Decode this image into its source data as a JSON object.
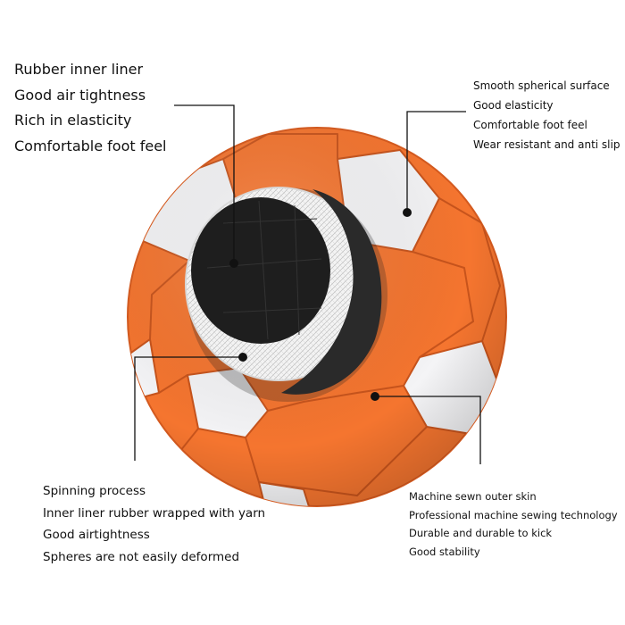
{
  "callouts": {
    "top_left": [
      "Rubber inner liner",
      "Good air tightness",
      "Rich in elasticity",
      "Comfortable foot feel"
    ],
    "top_right": [
      "Smooth spherical surface",
      "Good elasticity",
      "Comfortable foot feel",
      "Wear resistant and anti slip"
    ],
    "bottom_left": [
      "Spinning process",
      "Inner liner rubber wrapped with yarn",
      "Good airtightness",
      "Spheres are not easily deformed"
    ],
    "bottom_right": [
      "Machine sewn outer skin",
      "Professional machine sewing technology",
      "Durable and durable to kick",
      "Good stability"
    ]
  },
  "colors": {
    "panel_orange": "#f5752f",
    "panel_white": "#f4f4f6",
    "seam": "#c8541c",
    "liner_black": "#1e1e1e",
    "yarn": "#eaeaea",
    "leader": "#111111"
  }
}
